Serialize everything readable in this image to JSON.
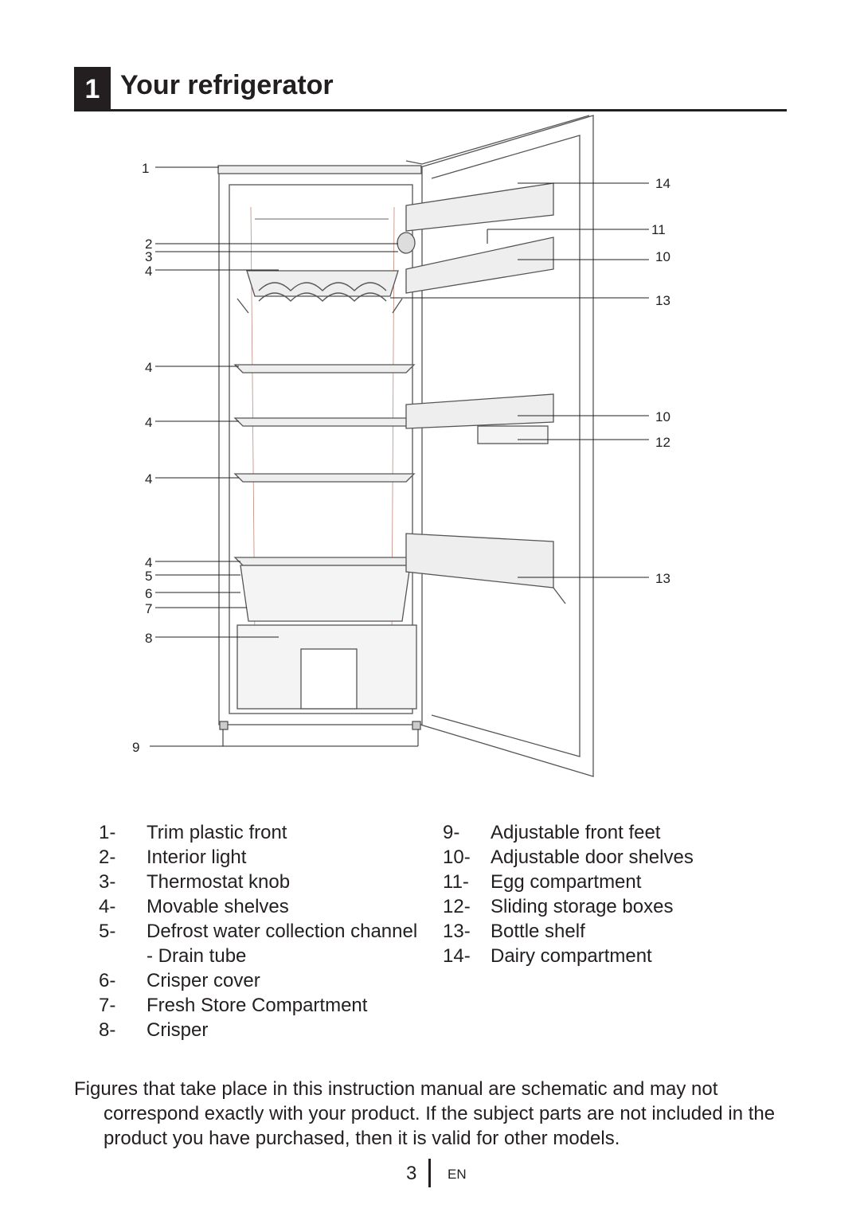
{
  "section": {
    "number": "1",
    "title": "Your refrigerator"
  },
  "callouts": {
    "c1": "1",
    "c2": "2",
    "c3": "3",
    "c4a": "4",
    "c4b": "4",
    "c4c": "4",
    "c4d": "4",
    "c4e": "4",
    "c5": "5",
    "c6": "6",
    "c7": "7",
    "c8": "8",
    "c9": "9",
    "c14": "14",
    "c11": "11",
    "c10a": "10",
    "c13a": "13",
    "c10b": "10",
    "c12": "12",
    "c13b": "13"
  },
  "legend": {
    "left": [
      {
        "num": "1-",
        "text": "Trim plastic front"
      },
      {
        "num": "2-",
        "text": "Interior light"
      },
      {
        "num": "3-",
        "text": "Thermostat knob"
      },
      {
        "num": "4-",
        "text": "Movable shelves"
      },
      {
        "num": "5-",
        "text": "Defrost water collection channel - Drain tube"
      },
      {
        "num": "6-",
        "text": "Crisper cover"
      },
      {
        "num": "7-",
        "text": "Fresh Store Compartment"
      },
      {
        "num": "8-",
        "text": "Crisper"
      }
    ],
    "right": [
      {
        "num": "9-",
        "text": "Adjustable front feet"
      },
      {
        "num": "10-",
        "text": "Adjustable door shelves"
      },
      {
        "num": "11-",
        "text": "Egg compartment"
      },
      {
        "num": "12-",
        "text": "Sliding storage boxes"
      },
      {
        "num": "13-",
        "text": "Bottle shelf"
      },
      {
        "num": "14-",
        "text": "Dairy compartment"
      }
    ]
  },
  "note": "Figures that take place in this instruction manual are schematic and may not correspond exactly with your product. If the subject parts are not included in the product you have purchased, then it is valid for other models.",
  "footer": {
    "page": "3",
    "lang": "EN"
  }
}
